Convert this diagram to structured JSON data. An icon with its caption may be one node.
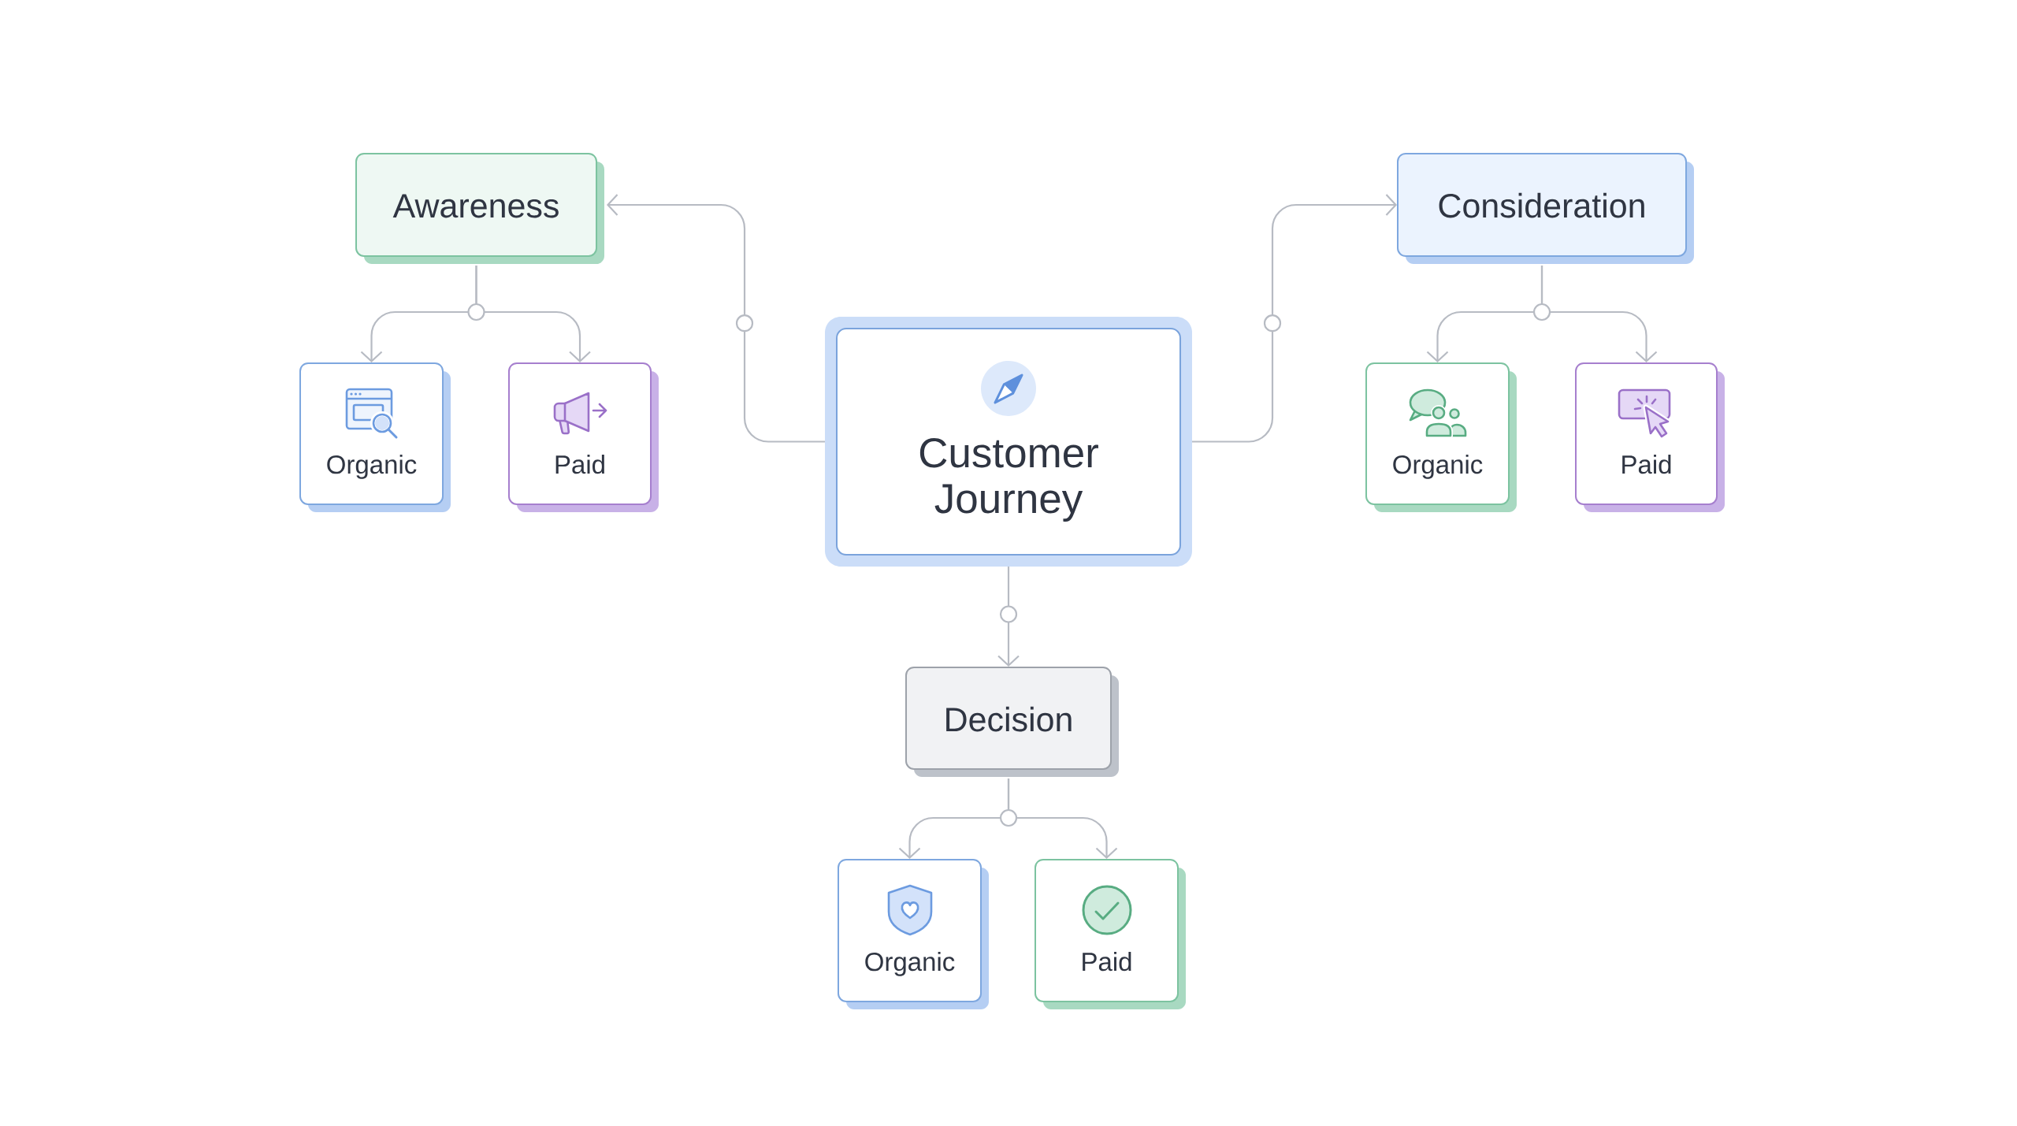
{
  "diagram": {
    "nodes": [
      {
        "text": [
          "Customer Journey"
        ]
      },
      {
        "text": [
          "Awareness"
        ]
      },
      {
        "text": [
          "Organic"
        ]
      },
      {
        "text": [
          "Paid"
        ]
      },
      {
        "text": [
          "Consideration"
        ]
      },
      {
        "text": [
          "Organic"
        ]
      },
      {
        "text": [
          "Paid"
        ]
      },
      {
        "text": [
          "Decision"
        ]
      },
      {
        "text": [
          "Organic"
        ]
      },
      {
        "text": [
          "Paid"
        ]
      }
    ],
    "edges": [
      {
        "from": 0,
        "to": 1,
        "arrow": "to"
      },
      {
        "from": 0,
        "to": 4,
        "arrow": "to"
      },
      {
        "from": 0,
        "to": 7,
        "arrow": "to"
      },
      {
        "from": 1,
        "to": 2,
        "arrow": "to"
      },
      {
        "from": 1,
        "to": 3,
        "arrow": "to"
      },
      {
        "from": 4,
        "to": 5,
        "arrow": "to"
      },
      {
        "from": 4,
        "to": 6,
        "arrow": "to"
      },
      {
        "from": 7,
        "to": 8,
        "arrow": "to"
      },
      {
        "from": 7,
        "to": 9,
        "arrow": "to"
      }
    ]
  }
}
